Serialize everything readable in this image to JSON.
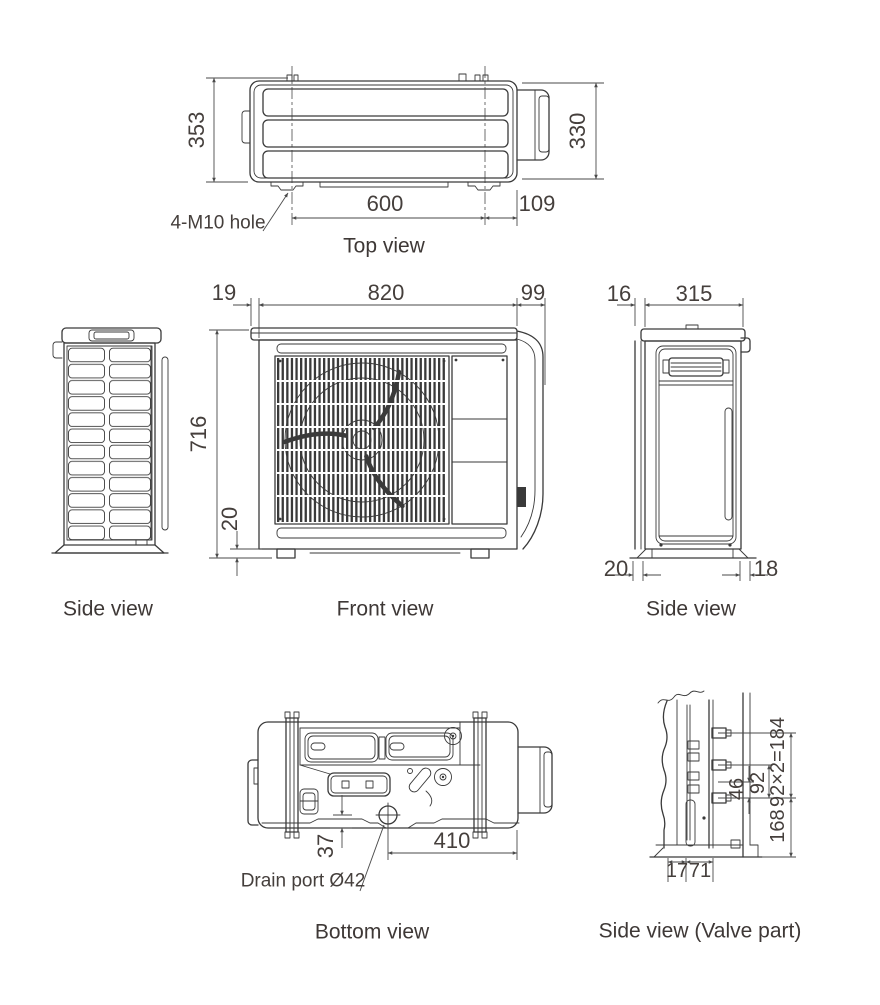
{
  "views": {
    "top": {
      "caption": "Top view",
      "note": "4-M10 hole",
      "dims": {
        "depth_left": "353",
        "depth_right": "330",
        "foot_pitch": "600",
        "foot_offset": "109"
      }
    },
    "side_left": {
      "caption": "Side view"
    },
    "front": {
      "caption": "Front view",
      "dims": {
        "overhang_left": "19",
        "width": "820",
        "side_depth": "99",
        "height": "716",
        "foot_height": "20"
      }
    },
    "side_right": {
      "caption": "Side view",
      "dims": {
        "grille_depth": "16",
        "depth": "315",
        "foot_left": "20",
        "foot_right": "18"
      }
    },
    "bottom": {
      "caption": "Bottom view",
      "note": "Drain port Ø42",
      "dims": {
        "drain_from_edge": "37",
        "drain_to_side": "410"
      }
    },
    "valve": {
      "caption": "Side view (Valve part)",
      "dims": {
        "pipe_pitch_total": "92×2=184",
        "pipe_pitch": "92",
        "pipe_offset": "46",
        "pipe_height": "168",
        "offset_a": "17",
        "offset_b": "71"
      }
    }
  }
}
